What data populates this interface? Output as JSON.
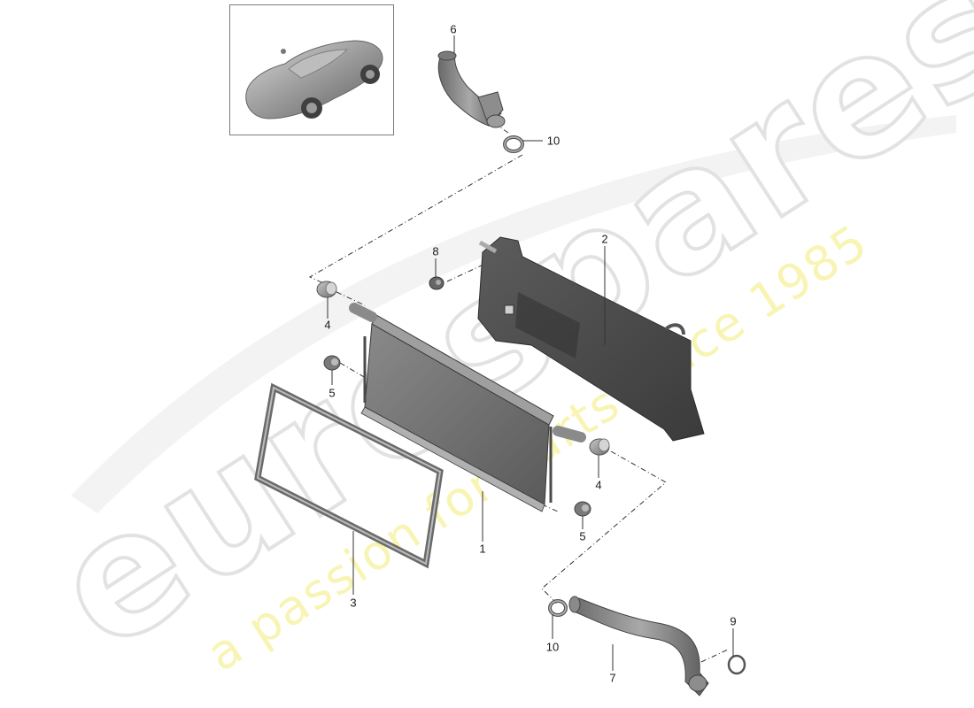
{
  "diagram": {
    "type": "exploded-parts-view",
    "subject": "Radiator / cooling assembly",
    "thumbnail": {
      "depicts": "car-thumbnail",
      "description": "Grey sports car render"
    },
    "watermark": {
      "logo_text": "eurospares",
      "tagline": "a passion for parts since 1985",
      "logo_color": "#e9e9e9",
      "tagline_color": "#f7f3a6"
    },
    "parts": [
      {
        "id": "1",
        "label": "1",
        "name": "radiator"
      },
      {
        "id": "2",
        "label": "2",
        "name": "radiator-cover-bracket"
      },
      {
        "id": "3",
        "label": "3",
        "name": "seal-frame"
      },
      {
        "id": "4a",
        "label": "4",
        "name": "sleeve-upper"
      },
      {
        "id": "4b",
        "label": "4",
        "name": "sleeve-lower"
      },
      {
        "id": "5a",
        "label": "5",
        "name": "bushing-upper"
      },
      {
        "id": "5b",
        "label": "5",
        "name": "bushing-lower"
      },
      {
        "id": "6",
        "label": "6",
        "name": "coolant-hose-upper"
      },
      {
        "id": "7",
        "label": "7",
        "name": "coolant-hose-lower"
      },
      {
        "id": "8",
        "label": "8",
        "name": "nut"
      },
      {
        "id": "9",
        "label": "9",
        "name": "o-ring"
      },
      {
        "id": "10a",
        "label": "10",
        "name": "hose-clamp-upper"
      },
      {
        "id": "10b",
        "label": "10",
        "name": "hose-clamp-lower"
      }
    ],
    "colors": {
      "part_dark": "#4a4a4a",
      "part_mid": "#7d7d7d",
      "part_light": "#b5b5b5",
      "leader_line": "#222222",
      "text": "#1a1a1a"
    }
  }
}
